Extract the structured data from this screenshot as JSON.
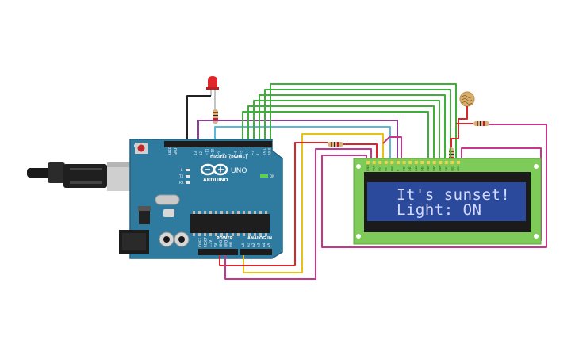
{
  "board": {
    "brand_text": "ARDUINO",
    "model_text": "UNO",
    "digital_label": "DIGITAL (PWM~)",
    "analog_label": "ANALOG IN",
    "power_label": "POWER",
    "on_label": "ON",
    "tx_label": "TX",
    "rx_label": "RX",
    "l_label": "L",
    "aref_label": "AREF",
    "gnd_label": "GND",
    "analog_pins": [
      "A0",
      "A1",
      "A2",
      "A3",
      "A4",
      "A5"
    ],
    "power_pins": [
      "IOREF",
      "RESET",
      "3.3V",
      "5V",
      "GND",
      "GND",
      "VIN"
    ],
    "digital_pins": [
      "13",
      "12",
      "~11",
      "~10",
      "~9",
      "8",
      "7",
      "~6",
      "~5",
      "4",
      "~3",
      "2",
      "TX 1",
      "RX 0"
    ]
  },
  "lcd": {
    "line1": "It's sunset!",
    "line2": "Light: ON",
    "pins": [
      "GND",
      "VCC",
      "V0",
      "RS",
      "RW",
      "E",
      "DB0",
      "DB1",
      "DB2",
      "DB3",
      "DB4",
      "DB5",
      "DB6",
      "DB7",
      "LED",
      "LED"
    ]
  },
  "colors": {
    "board_blue": "#2f7ba0",
    "lcd_frame": "#7ecb5a",
    "lcd_screen": "#2c4a9c",
    "wire_green": "#3fae3a",
    "wire_magenta": "#c8358c",
    "wire_purple": "#8e3c9a",
    "wire_cyan": "#5cb8d6",
    "wire_yellow": "#e5c21a",
    "wire_red": "#d9262c",
    "wire_black": "#222222",
    "led_red": "#e0262a"
  }
}
